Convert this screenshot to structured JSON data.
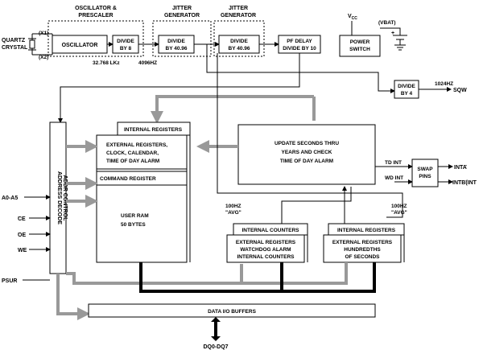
{
  "labels": {
    "osc_group": "OSCILLATOR &",
    "osc_group2": "PRESCALER",
    "jitter1": "JITTER",
    "jitter1b": "GENERATOR",
    "jitter2": "JITTER",
    "jitter2b": "GENERATOR",
    "quartz1": "QUARTZ",
    "quartz2": "CRYSTAL",
    "x1": "(X1)",
    "x2": "(X2)",
    "oscillator": "OSCILLATOR",
    "divide_by": "DIVIDE",
    "by8": "BY 8",
    "by4096a": "BY 40.96",
    "by4096b": "BY 40.96",
    "pf1": "PF DELAY",
    "pf2": "DIVIDE BY 10",
    "vcc": "V",
    "vcc_sub": "CC",
    "vbat": "(VBAT)",
    "power1": "POWER",
    "power2": "SWITCH",
    "freq_osc": "32.768 LKz",
    "freq_4096": "4096HZ",
    "divide4a": "DIVIDE",
    "divide4b": "BY 4",
    "f1024": "1024HZ",
    "sqw": "SQW",
    "addr1": "ADDRESS DECODE",
    "addr2": "ADDR CONTROL",
    "internal_registers": "INTERNAL REGISTERS",
    "ext1": "EXTERNAL REGISTERS,",
    "ext2": "CLOCK, CALENDAR,",
    "ext3": "TIME OF DAY ALARM",
    "command_register": "COMMAND REGISTER",
    "user_ram1": "USER RAM",
    "user_ram2": "50 BYTES",
    "upd1": "UPDATE SECONDS THRU",
    "upd2": "YEARS AND CHECK",
    "upd3": "TIME OF DAY ALARM",
    "td_int": "TD INT",
    "wd_int": "WD INT",
    "swap1": "SWAP",
    "swap2": "PINS",
    "inta": "INTA",
    "intb": "INTB(INT",
    "hz100a": "100HZ",
    "avg_a": "\"AVG\"",
    "hz100b": "100HZ",
    "avg_b": "\"AVG\"",
    "internal_counters": "INTERNAL COUNTERS",
    "wd1": "EXTERNAL REGISTERS",
    "wd2": "WATCHDOG ALARM",
    "wd3": "INTERNAL COUNTERS",
    "internal_registers2": "INTERNAL REGISTERS",
    "hs1": "EXTERNAL REGISTERS",
    "hs2": "HUNDREDTHS",
    "hs3": "OF SECONDS",
    "a0a5": "A0-A5",
    "ce": "CE",
    "oe": "OE",
    "we": "WE",
    "psur": "PSUR",
    "data_io": "DATA I/O BUFFERS",
    "dq": "DQ0-DQ7"
  }
}
